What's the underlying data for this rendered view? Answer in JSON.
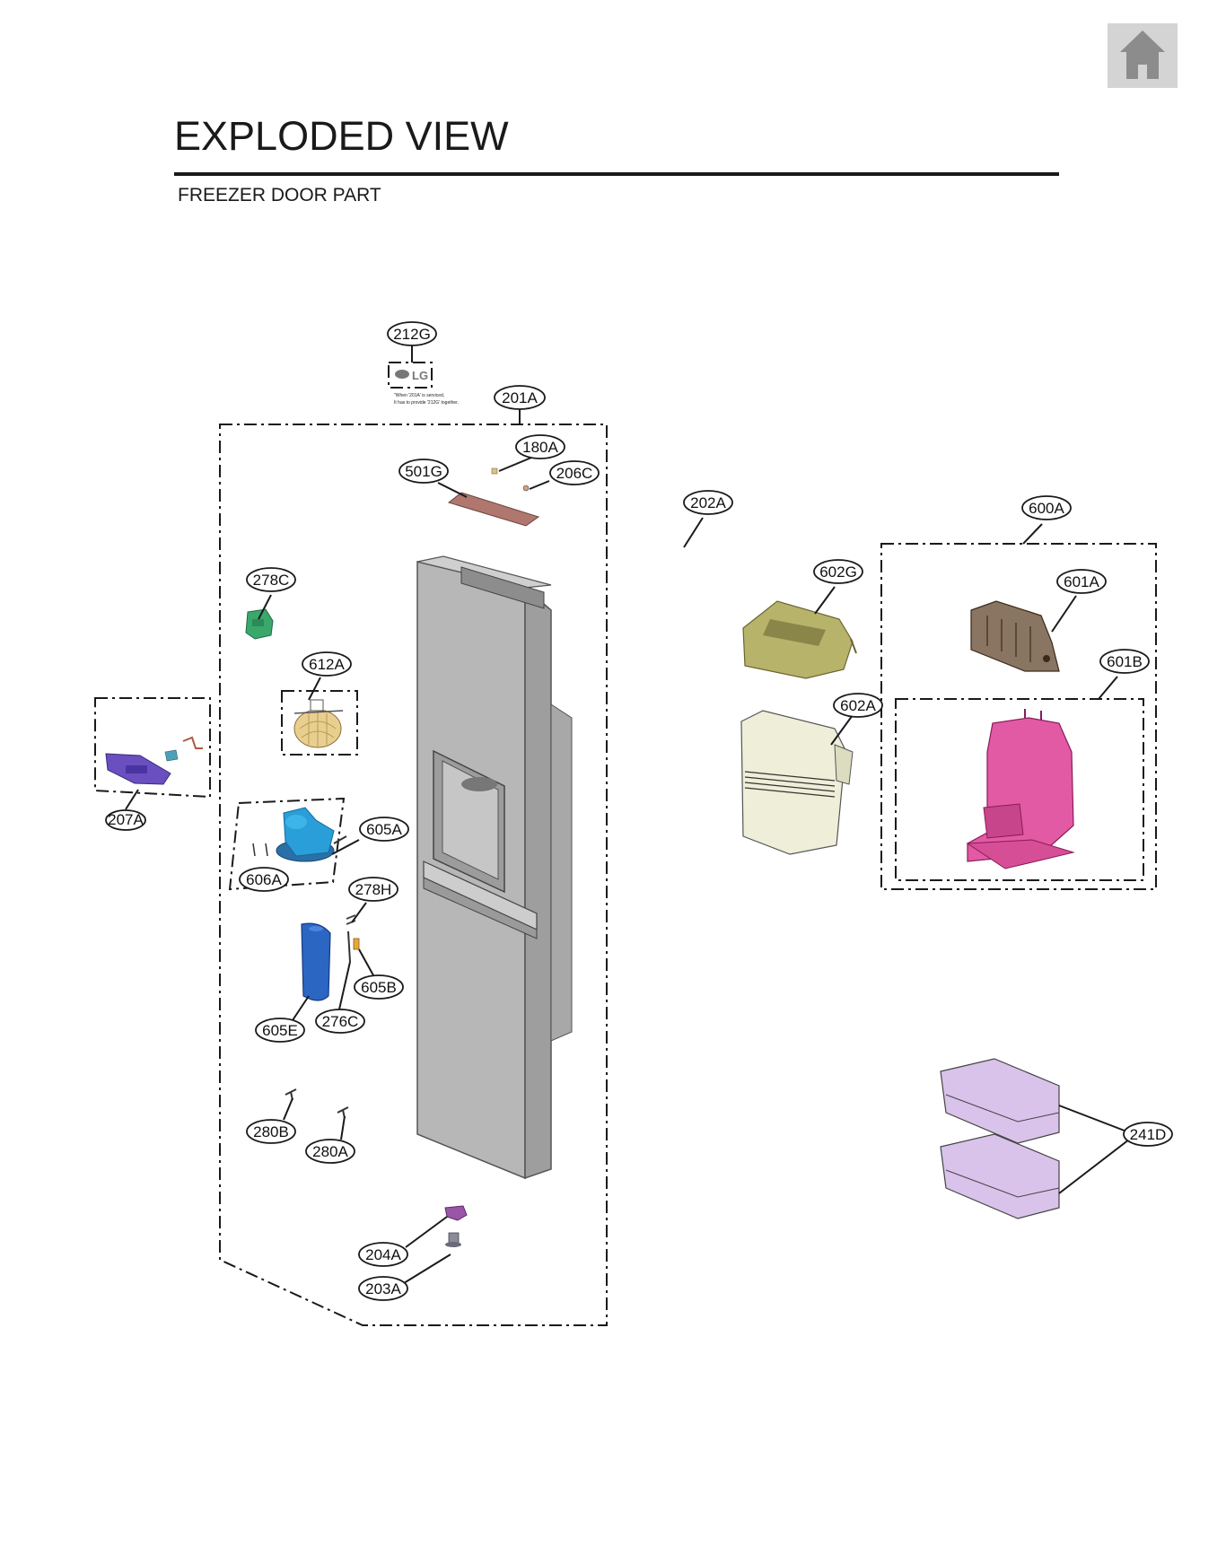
{
  "header": {
    "title": "EXPLODED VIEW",
    "subtitle": "FREEZER DOOR PART",
    "home_icon": "home-icon"
  },
  "note": {
    "line1": "\"When '201A' is serviced,",
    "line2": "It has to provide '212G' together."
  },
  "logo_text": "LG",
  "callouts": {
    "c212G": "212G",
    "c201A": "201A",
    "c180A": "180A",
    "c501G": "501G",
    "c206C": "206C",
    "c202A": "202A",
    "c600A": "600A",
    "c602G": "602G",
    "c601A": "601A",
    "c601B": "601B",
    "c602A": "602A",
    "c278C": "278C",
    "c612A": "612A",
    "c207A": "207A",
    "c605A": "605A",
    "c606A": "606A",
    "c278H": "278H",
    "c605B": "605B",
    "c605E": "605E",
    "c276C": "276C",
    "c280B": "280B",
    "c280A": "280A",
    "c204A": "204A",
    "c203A": "203A",
    "c241D": "241D"
  },
  "colors": {
    "door": "#b5b5b5",
    "part_501G": "#b0776f",
    "part_278C": "#3aa86b",
    "part_612A": "#e9cf8f",
    "part_207A": "#6a4fc0",
    "part_605A": "#2a9ed8",
    "part_605E": "#2b66c2",
    "part_204A": "#9b55a8",
    "part_602G": "#b8b36a",
    "part_602A": "#eeeed9",
    "part_601A": "#8a7462",
    "part_601B": "#e25aa4",
    "part_241D": "#d9c3ea"
  }
}
